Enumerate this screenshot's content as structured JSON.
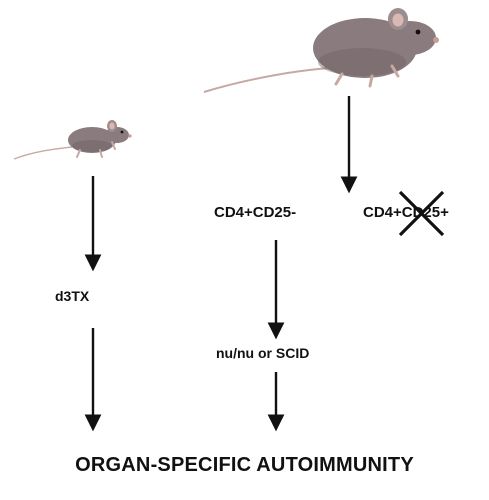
{
  "labels": {
    "d3tx": "d3TX",
    "cd25_negative": "CD4+CD25-",
    "cd25_positive": "CD4+CD25+",
    "recipient": "nu/nu or SCID",
    "outcome": "ORGAN-SPECIFIC AUTOIMMUNITY"
  },
  "colors": {
    "arrow": "#111111",
    "cross": "#111111",
    "mouse_body": "#8a7c7e",
    "mouse_shade": "#6f6264",
    "mouse_tail": "#c7a9a3"
  },
  "icons": {
    "small_mouse": "mouse-icon",
    "large_mouse": "mouse-icon",
    "excluded_marker": "cross-icon"
  }
}
